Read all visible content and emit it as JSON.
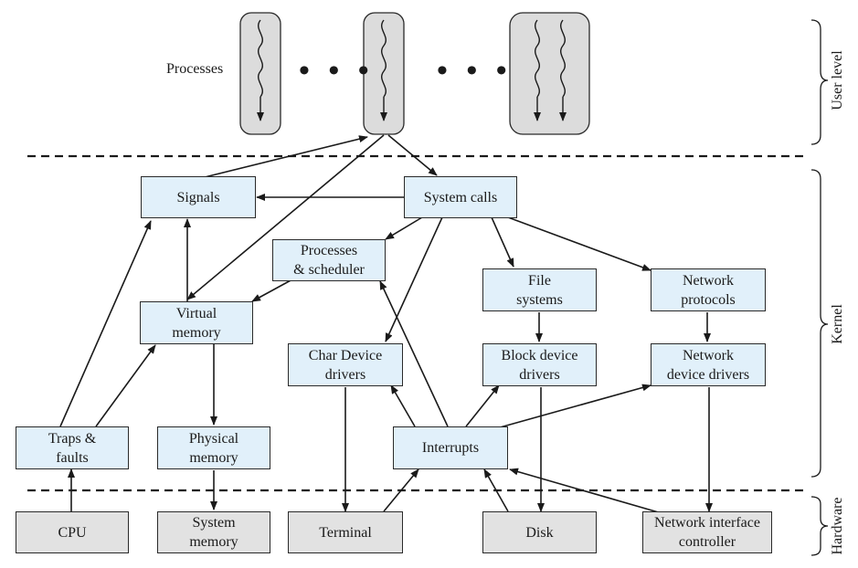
{
  "processes_label": "Processes",
  "ellipsis": "• • •",
  "levels": {
    "user": "User level",
    "kernel": "Kernel",
    "hardware": "Hardware"
  },
  "kernel": {
    "signals": [
      "Signals"
    ],
    "system_calls": [
      "System calls"
    ],
    "processes_scheduler": [
      "Processes",
      "& scheduler"
    ],
    "virtual_memory": [
      "Virtual",
      "memory"
    ],
    "file_systems": [
      "File",
      "systems"
    ],
    "network_protocols": [
      "Network",
      "protocols"
    ],
    "char_device_drivers": [
      "Char Device",
      "drivers"
    ],
    "block_device_drivers": [
      "Block device",
      "drivers"
    ],
    "network_device_drivers": [
      "Network",
      "device drivers"
    ],
    "traps_faults": [
      "Traps &",
      "faults"
    ],
    "physical_memory": [
      "Physical",
      "memory"
    ],
    "interrupts": [
      "Interrupts"
    ]
  },
  "hardware": {
    "cpu": [
      "CPU"
    ],
    "system_memory": [
      "System",
      "memory"
    ],
    "terminal": [
      "Terminal"
    ],
    "disk": [
      "Disk"
    ],
    "nic": [
      "Network interface",
      "controller"
    ]
  },
  "colors": {
    "kernel_box": "#e1f0fa",
    "hardware_box": "#e2e2e2",
    "process_pill": "#dcdcdc",
    "line": "#1a1a1a"
  }
}
